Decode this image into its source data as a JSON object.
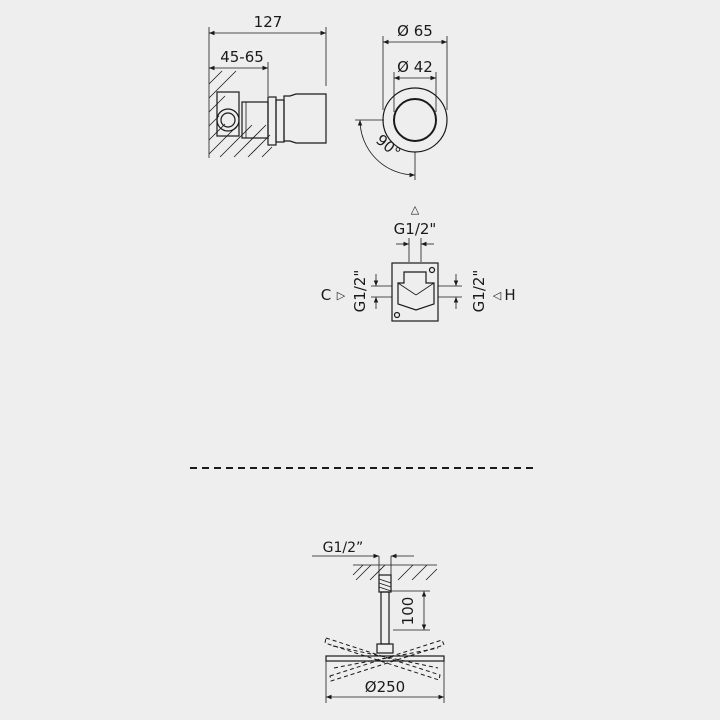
{
  "side_view": {
    "overall_length": "127",
    "wall_depth": "45-65"
  },
  "front_view": {
    "outer_diameter": "Ø 65",
    "inner_diameter": "Ø 42",
    "rotation_angle": "90°"
  },
  "valve_body": {
    "outlet_thread": "G1/2\"",
    "outlet_marker": "△",
    "cold_label": "C",
    "cold_marker": "▷",
    "cold_thread": "G1/2\"",
    "hot_label": "H",
    "hot_marker": "◁",
    "hot_thread": "G1/2\""
  },
  "shower_head": {
    "inlet_thread": "G1/2”",
    "arm_length": "100",
    "head_diameter": "Ø250"
  }
}
